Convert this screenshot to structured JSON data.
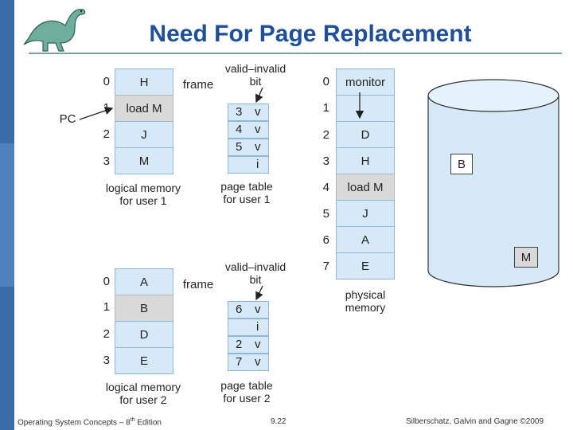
{
  "title": "Need For Page Replacement",
  "user1": {
    "logical_memory": [
      {
        "index": "0",
        "content": "H"
      },
      {
        "index": "1",
        "content": "load M"
      },
      {
        "index": "2",
        "content": "J"
      },
      {
        "index": "3",
        "content": "M"
      }
    ],
    "pc_label": "PC",
    "frame_label": "frame",
    "valid_label": "valid–invalid",
    "bit_label": "bit",
    "page_table": [
      {
        "frame": "3",
        "bit": "v"
      },
      {
        "frame": "4",
        "bit": "v"
      },
      {
        "frame": "5",
        "bit": "v"
      },
      {
        "frame": "",
        "bit": "i"
      }
    ],
    "logical_caption_1": "logical memory",
    "logical_caption_2": "for user 1",
    "pt_caption_1": "page table",
    "pt_caption_2": "for user 1"
  },
  "user2": {
    "logical_memory": [
      {
        "index": "0",
        "content": "A"
      },
      {
        "index": "1",
        "content": "B"
      },
      {
        "index": "2",
        "content": "D"
      },
      {
        "index": "3",
        "content": "E"
      }
    ],
    "frame_label": "frame",
    "valid_label": "valid–invalid",
    "bit_label": "bit",
    "page_table": [
      {
        "frame": "6",
        "bit": "v"
      },
      {
        "frame": "",
        "bit": "i"
      },
      {
        "frame": "2",
        "bit": "v"
      },
      {
        "frame": "7",
        "bit": "v"
      }
    ],
    "logical_caption_1": "logical memory",
    "logical_caption_2": "for user 2",
    "pt_caption_1": "page table",
    "pt_caption_2": "for user 2"
  },
  "physical": {
    "frames": [
      {
        "index": "0",
        "content": "monitor"
      },
      {
        "index": "1",
        "content": ""
      },
      {
        "index": "2",
        "content": "D"
      },
      {
        "index": "3",
        "content": "H"
      },
      {
        "index": "4",
        "content": "load M"
      },
      {
        "index": "5",
        "content": "J"
      },
      {
        "index": "6",
        "content": "A"
      },
      {
        "index": "7",
        "content": "E"
      }
    ],
    "caption_1": "physical",
    "caption_2": "memory"
  },
  "disk": {
    "block_b": "B",
    "block_m": "M"
  },
  "footer": {
    "left_prefix": "Operating System Concepts – 8",
    "left_sup": "th",
    "left_suffix": " Edition",
    "center": "9.22",
    "right": "Silberschatz, Galvin and Gagne ©2009"
  },
  "colors": {
    "accent": "#1f4f9a",
    "cell": "#d6e9f7",
    "highlight": "#d9d9d9",
    "sidebar": "#3a6da6"
  }
}
